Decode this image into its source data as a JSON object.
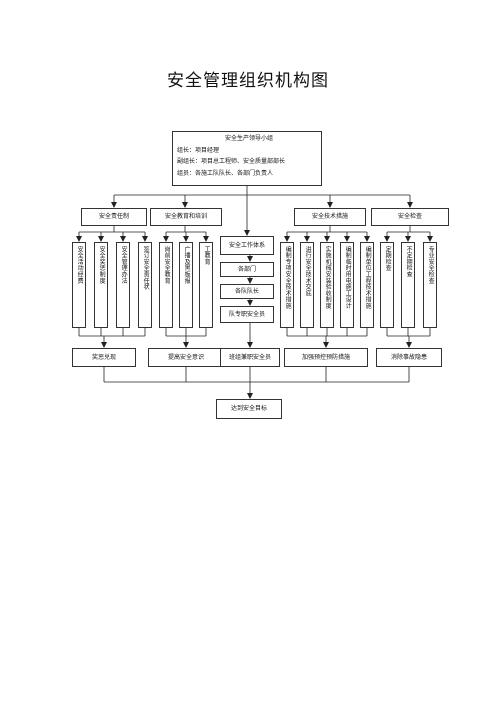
{
  "title": "安全管理组织机构图",
  "leadership": {
    "heading": "安全生产领导小组",
    "leader": "组长：项目经理",
    "deputy": "副组长：项目总工程师、安全质量部部长",
    "members": "组员：各施工队队长、各部门负责人"
  },
  "categories": [
    "安全责任制",
    "安全教育和培训",
    "安全技术措施",
    "安全检查"
  ],
  "work_system": [
    "安全工作体系",
    "各部门",
    "各队队长",
    "队专职安全员"
  ],
  "items": [
    "安全活动经费",
    "安全奖惩制度",
    "安全管理办法",
    "签订安全责任状",
    "岗前安全教育",
    "广播及黑板报",
    "工教育",
    "编制专项安全技术措施",
    "进行安全技术交底",
    "实施机械安装验收制度",
    "编制临时用电施工设计",
    "编制单位工程技术措施",
    "定期检查",
    "不定期检查",
    "专业安全检查"
  ],
  "outcomes": [
    "奖惩兑现",
    "提高安全意识",
    "班组兼职安全员",
    "加强预控预防措施",
    "消除事故隐患"
  ],
  "goal": "达到安全目标"
}
